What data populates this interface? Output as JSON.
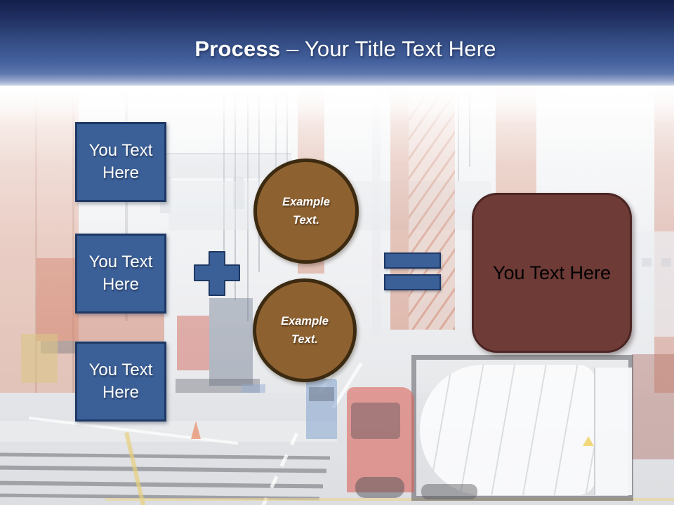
{
  "title": {
    "bold_text": "Process",
    "regular_text": " – Your Title Text Here"
  },
  "diagram": {
    "input_boxes": [
      {
        "label": "You Text Here"
      },
      {
        "label": "You Text Here"
      },
      {
        "label": "You Text Here"
      }
    ],
    "operators": {
      "plus_symbol": "+",
      "equals_symbol": "="
    },
    "circles": [
      {
        "label": "Example Text."
      },
      {
        "label": "Example Text."
      }
    ],
    "result_box": {
      "label": "You Text Here"
    }
  },
  "background": {
    "scene": "container port with gantry cranes, container train and tank truck, washed out white"
  },
  "colors": {
    "header_dark_navy": "#141f4a",
    "header_blue": "#44619e",
    "shape_blue": "#3b5f97",
    "shape_blue_border": "#1e3864",
    "circle_brown": "#8e6130",
    "circle_brown_border": "#3c2a11",
    "result_maroon": "#6e3b37",
    "result_maroon_border": "#4b2523",
    "title_text": "#ffffff",
    "result_text": "#000000"
  }
}
